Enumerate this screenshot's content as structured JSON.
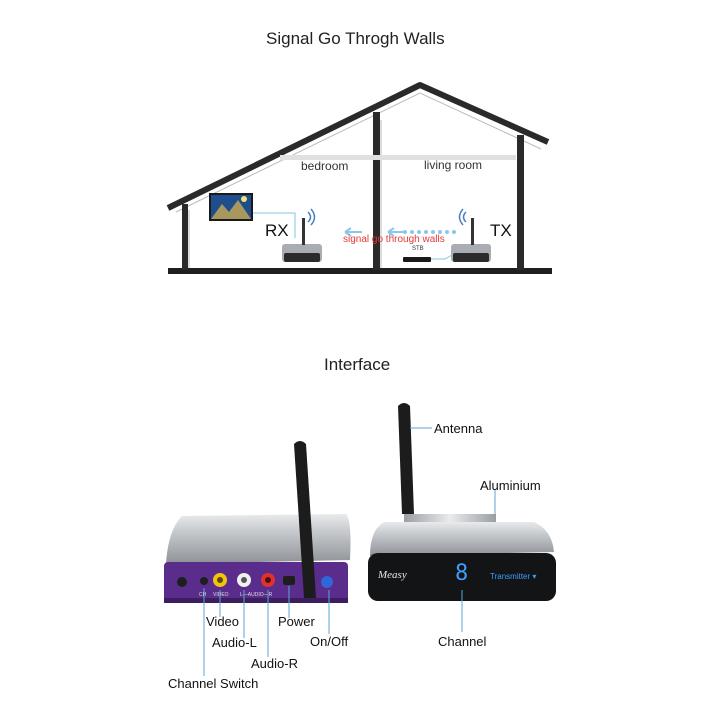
{
  "house": {
    "title": "Signal Go Throgh Walls",
    "bedroom_label": "bedroom",
    "living_room_label": "living room",
    "rx_label": "RX",
    "tx_label": "TX",
    "signal_label": "signal go through walls",
    "stb_label": "STB"
  },
  "interface": {
    "title": "Interface",
    "labels": {
      "antenna": "Antenna",
      "aluminium": "Aluminium",
      "video": "Video",
      "power": "Power",
      "audio_l": "Audio-L",
      "on_off": "On/Off",
      "audio_r": "Audio-R",
      "channel": "Channel",
      "channel_switch": "Channel Switch"
    },
    "front_panel": {
      "brand": "Measy",
      "channel_digit": "8",
      "mode": "Transmitter"
    },
    "rear_panel": {
      "ch": "CH",
      "video": "VIDEO",
      "audio": "L—AUDIO—R"
    }
  },
  "colors": {
    "house_line": "#222222",
    "signal_text": "#e53935",
    "signal_dots": "#8cc6e8",
    "purple_panel": "#5a2d8c",
    "display_blue": "#3aa0ff"
  }
}
